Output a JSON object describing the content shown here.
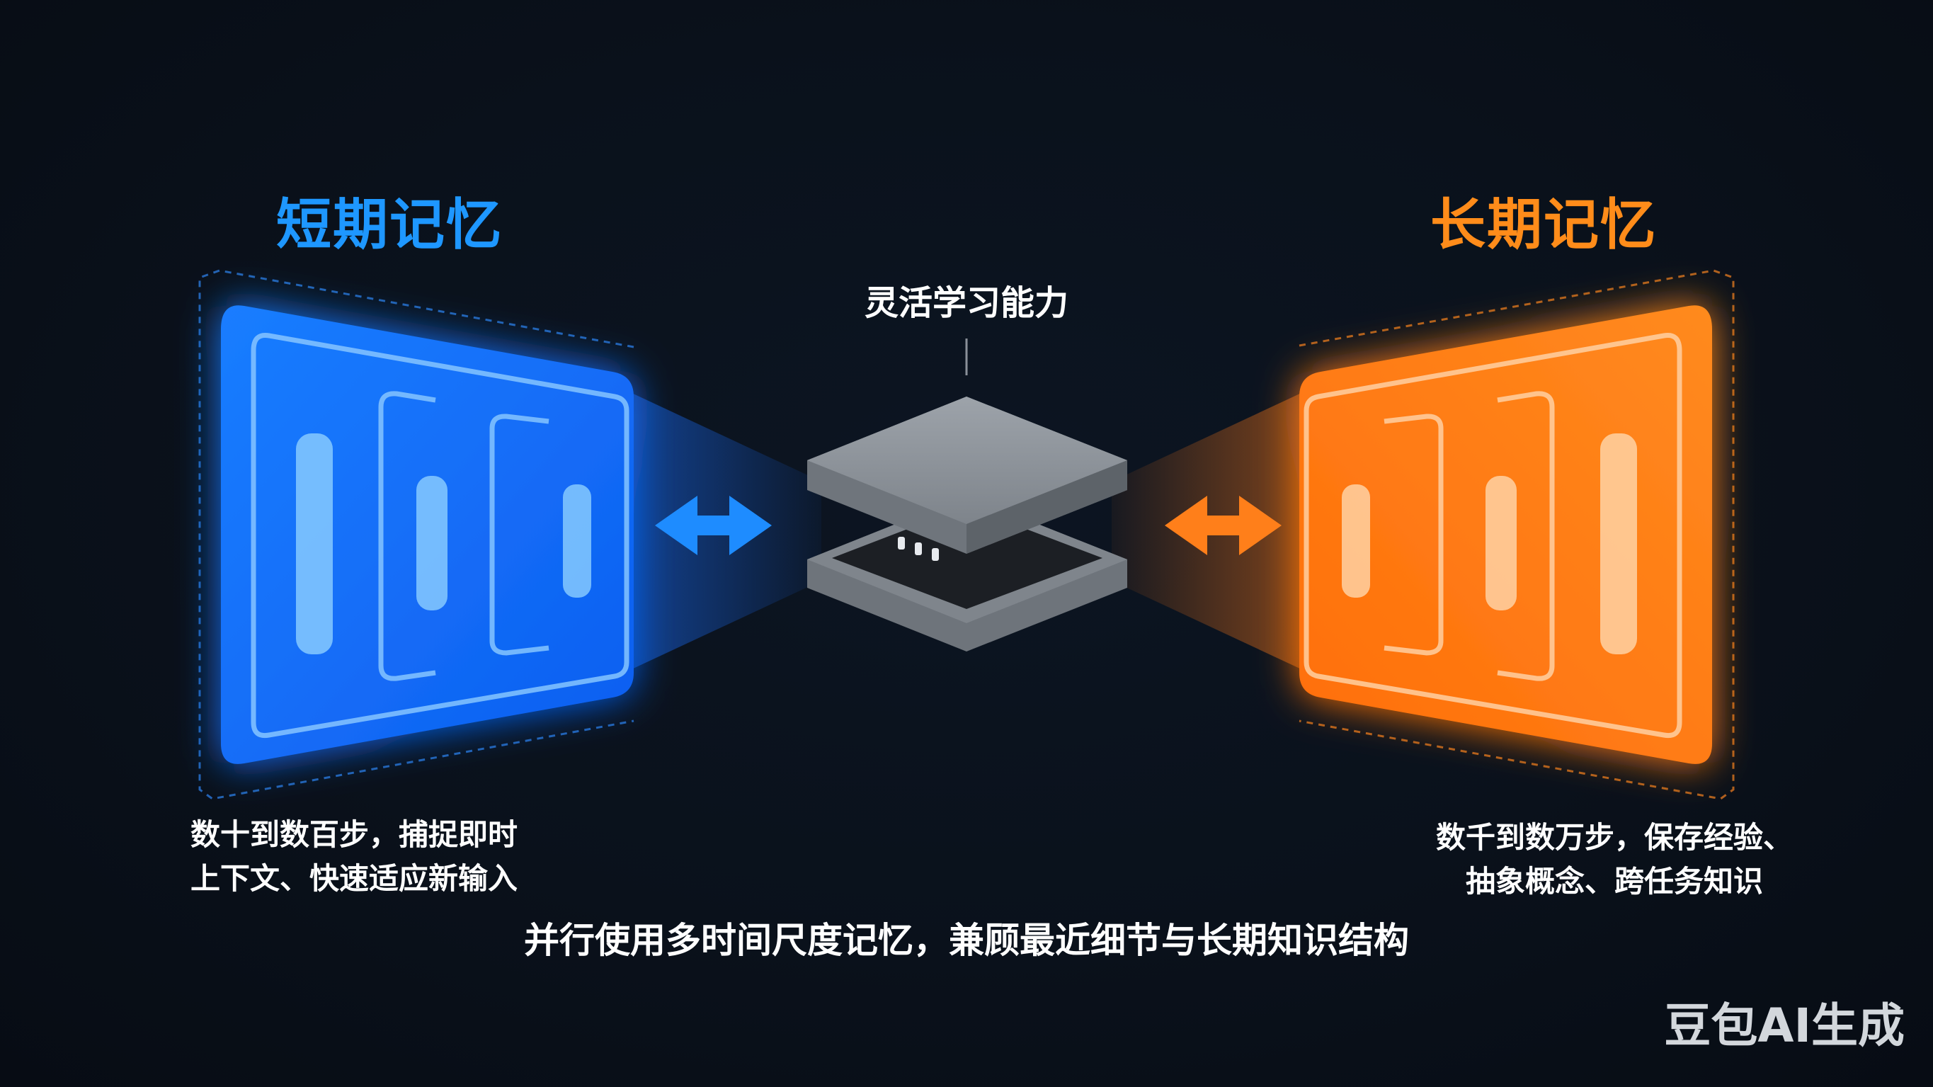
{
  "short_term": {
    "title": "短期记忆",
    "desc_line1": "数十到数百步，捕捉即时",
    "desc_line2": "上下文、快速适应新输入",
    "color": "#1e97ff"
  },
  "long_term": {
    "title": "长期记忆",
    "desc_line1": "数千到数万步，保存经验、",
    "desc_line2": "抽象概念、跨任务知识",
    "color": "#ff8c1a"
  },
  "center": {
    "label": "灵活学习能力",
    "icon": "processor-chip-icon"
  },
  "summary": "并行使用多时间尺度记忆，兼顾最近细节与长期知识结构",
  "watermark": "豆包AI生成"
}
